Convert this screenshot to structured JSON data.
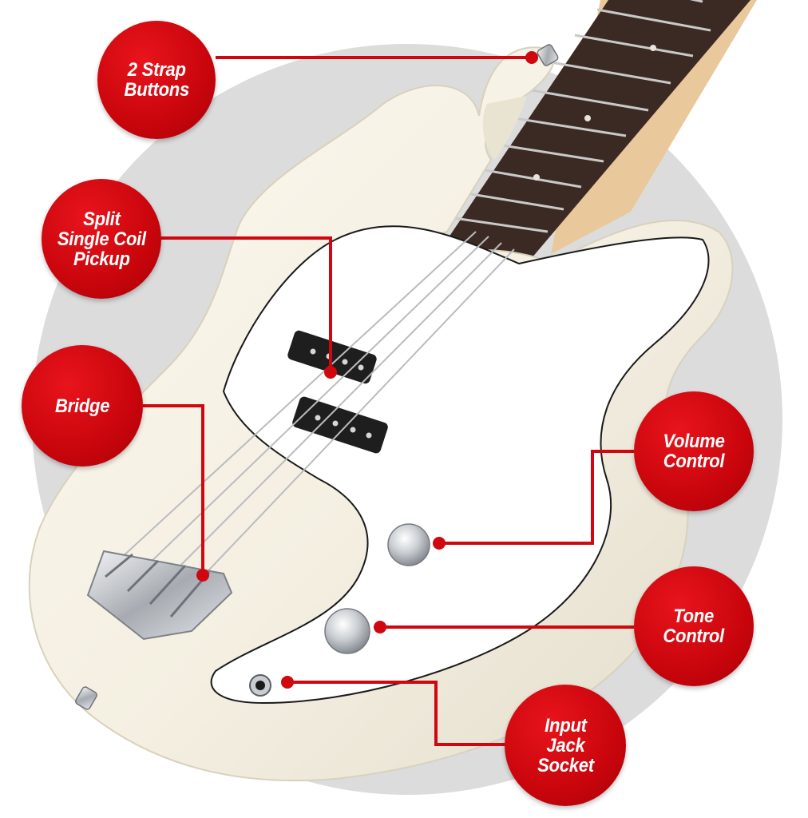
{
  "callouts": {
    "strap_buttons": "2 Strap\nButtons",
    "pickup": "Split\nSingle Coil\nPickup",
    "bridge": "Bridge",
    "volume": "Volume\nControl",
    "tone": "Tone\nControl",
    "jack": "Input\nJack\nSocket"
  },
  "colors": {
    "callout_red": "#d0070f",
    "leader_red": "#d0070f",
    "backdrop_gray": "#dcdcdc",
    "body_white": "#f6f2e6",
    "pickguard": "#ffffff",
    "fretboard": "#3b2a24",
    "neck_maple": "#e9c99b",
    "pickup_black": "#1e1e1e",
    "chrome": "#c8ccd0"
  }
}
